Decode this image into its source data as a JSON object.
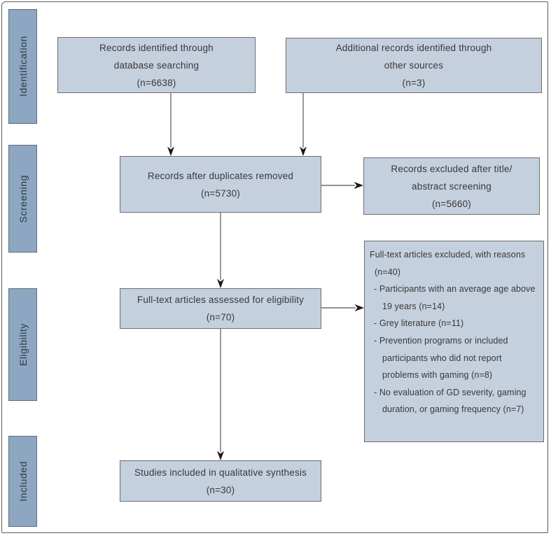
{
  "theme": {
    "box_fill": "#c5d0df",
    "box_border": "#6d6d6d",
    "stage_fill": "#8da7c2",
    "stage_border": "#5f6b78",
    "text_color": "#383838",
    "arrow_stem": "#6f6f6f",
    "arrow_head": "#201713",
    "frame_border": "#585858",
    "background": "#ffffff"
  },
  "stages": [
    {
      "id": "identification",
      "label": "Identification"
    },
    {
      "id": "screening",
      "label": "Screening"
    },
    {
      "id": "eligibility",
      "label": "Eligibility"
    },
    {
      "id": "included",
      "label": "Included"
    }
  ],
  "boxes": {
    "identified": {
      "lines": [
        "Records identified through",
        "database searching",
        "(n=6638)"
      ]
    },
    "additional": {
      "lines": [
        "Additional records identified through",
        "other sources",
        "(n=3)"
      ]
    },
    "deduplicated": {
      "lines": [
        "Records after duplicates removed",
        "(n=5730)"
      ]
    },
    "title_excluded": {
      "lines": [
        "Records excluded after title/",
        "abstract screening",
        "(n=5660)"
      ]
    },
    "fulltext_assessed": {
      "lines": [
        "Full-text articles assessed for eligibility",
        "(n=70)"
      ]
    },
    "fulltext_excluded": {
      "header": [
        "Full-text articles excluded, with reasons",
        "(n=40)"
      ],
      "reasons": [
        "- Participants with an average age above 19 years (n=14)",
        "- Grey literature (n=11)",
        "- Prevention programs or included participants who did not report problems with gaming (n=8)",
        "- No evaluation of GD severity, gaming duration, or gaming frequency (n=7)"
      ]
    },
    "included_synthesis": {
      "lines": [
        "Studies included in qualitative synthesis",
        "(n=30)"
      ]
    }
  }
}
